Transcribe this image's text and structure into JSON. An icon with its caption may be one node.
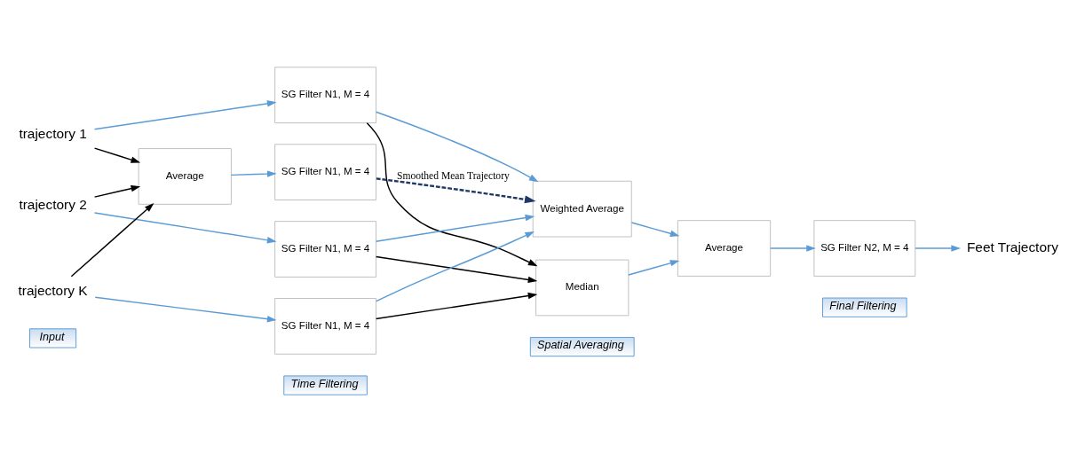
{
  "diagram": {
    "nodes": [
      {
        "text": [
          "Input"
        ]
      },
      {
        "text": [
          "Time Filtering"
        ]
      },
      {
        "text": [
          "Spatial Averaging"
        ]
      },
      {
        "text": [
          "Final Filtering"
        ]
      },
      {
        "text": [
          "trajectory 1"
        ]
      },
      {
        "text": [
          "trajectory 2"
        ]
      },
      {
        "text": [
          "trajectory K"
        ]
      },
      {
        "text": [
          "SG Filter N1, M = 4"
        ]
      },
      {
        "text": [
          "SG Filter N1, M = 4"
        ]
      },
      {
        "text": [
          "SG Filter N1, M = 4"
        ]
      },
      {
        "text": [
          "Median"
        ]
      },
      {
        "text": [
          "Weighted Average"
        ]
      },
      {
        "text": [
          "Average"
        ]
      },
      {
        "text": [
          "SG Filter N2, M = 4"
        ]
      },
      {
        "text": [
          "Feet Trajectory"
        ]
      },
      {
        "text": [
          "Average"
        ]
      },
      {
        "text": [
          "SG Filter N1, M = 4"
        ]
      }
    ],
    "edges": [
      {
        "from": 4,
        "to": 7,
        "arrow": "to"
      },
      {
        "from": 5,
        "to": 8,
        "arrow": "to"
      },
      {
        "from": 6,
        "to": 9,
        "arrow": "to"
      },
      {
        "from": 7,
        "to": 10,
        "arrow": "to",
        "color": "#000000"
      },
      {
        "from": 8,
        "to": 10,
        "arrow": "to",
        "color": "#000000"
      },
      {
        "from": 9,
        "to": 10,
        "arrow": "to",
        "color": "#000000"
      },
      {
        "from": 7,
        "to": 11,
        "arrow": "to"
      },
      {
        "from": 8,
        "to": 11,
        "arrow": "to"
      },
      {
        "from": 9,
        "to": 11,
        "arrow": "to"
      },
      {
        "from": 10,
        "to": 12,
        "arrow": "to"
      },
      {
        "from": 11,
        "to": 12,
        "arrow": "to"
      },
      {
        "from": 12,
        "to": 13,
        "arrow": "to"
      },
      {
        "from": 13,
        "to": 14,
        "arrow": "to"
      },
      {
        "from": 4,
        "to": 15,
        "arrow": "to",
        "color": "#000000"
      },
      {
        "from": 5,
        "to": 15,
        "arrow": "to",
        "color": "#000000"
      },
      {
        "from": 6,
        "to": 15,
        "arrow": "to",
        "color": "#000000"
      },
      {
        "from": 15,
        "to": 16,
        "arrow": "to"
      },
      {
        "from": 16,
        "to": 11,
        "arrow": "to",
        "style": "dashed",
        "color": "#1f3864",
        "label": "Smoothed Mean Trajectory"
      }
    ]
  }
}
